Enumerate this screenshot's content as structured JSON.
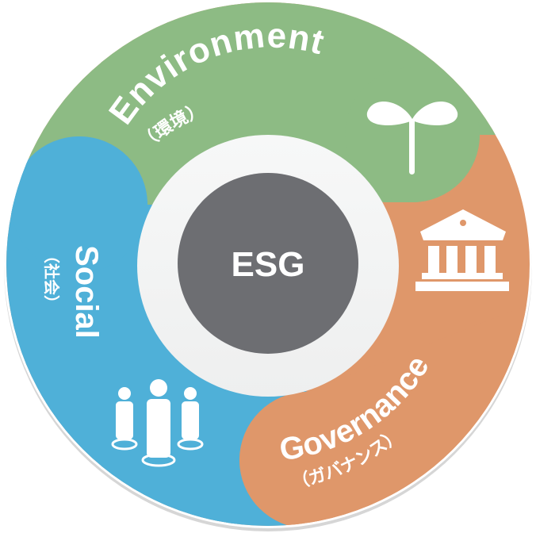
{
  "diagram": {
    "center": {
      "label": "ESG",
      "color": "#6d6e72"
    },
    "ring_color": "#f2f3f3",
    "segments": [
      {
        "id": "environment",
        "label": "Environment",
        "sublabel": "（環境）",
        "icon": "sprout-icon",
        "color": "#8dbb84"
      },
      {
        "id": "social",
        "label": "Social",
        "sublabel": "（社会）",
        "icon": "people-group-icon",
        "color": "#4fb0d8"
      },
      {
        "id": "governance",
        "label": "Governance",
        "sublabel": "（ガバナンス）",
        "icon": "government-building-icon",
        "color": "#df976a"
      }
    ]
  }
}
